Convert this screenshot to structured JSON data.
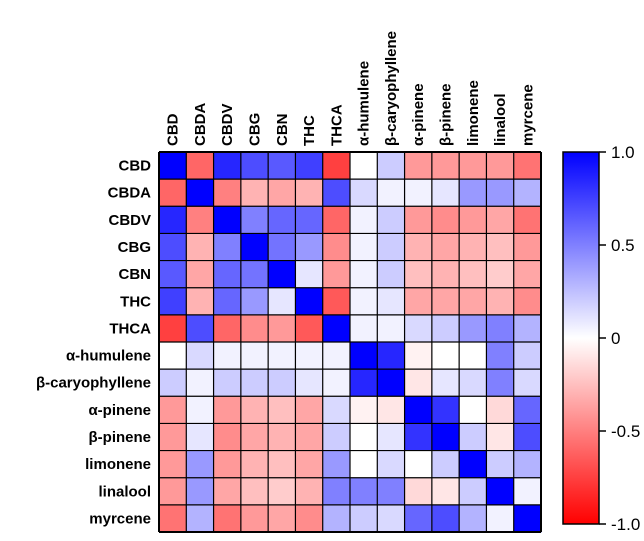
{
  "chart_data": {
    "type": "heatmap",
    "title": "",
    "xlabel": "",
    "ylabel": "",
    "variables": [
      "CBD",
      "CBDA",
      "CBDV",
      "CBG",
      "CBN",
      "THC",
      "THCA",
      "α-humulene",
      "β-caryophyllene",
      "α-pinene",
      "β-pinene",
      "limonene",
      "linalool",
      "myrcene"
    ],
    "colorbar": {
      "min": -1.0,
      "max": 1.0,
      "ticks": [
        1.0,
        0.5,
        0,
        -0.5,
        -1.0
      ],
      "tick_labels": [
        "1.0",
        "0.5",
        "0",
        "-0.5",
        "-1.0"
      ],
      "low_color": "#ff0000",
      "mid_color": "#ffffff",
      "high_color": "#0000ff"
    },
    "matrix": [
      [
        1.0,
        -0.6,
        0.85,
        0.7,
        0.65,
        0.75,
        -0.75,
        0.0,
        0.2,
        -0.4,
        -0.4,
        -0.4,
        -0.4,
        -0.55
      ],
      [
        -0.6,
        1.0,
        -0.5,
        -0.3,
        -0.35,
        -0.3,
        0.7,
        0.15,
        0.05,
        0.05,
        0.1,
        0.4,
        0.4,
        0.3
      ],
      [
        0.85,
        -0.5,
        1.0,
        0.5,
        0.6,
        0.6,
        -0.6,
        0.05,
        0.2,
        -0.4,
        -0.45,
        -0.4,
        -0.35,
        -0.55
      ],
      [
        0.7,
        -0.3,
        0.5,
        1.0,
        0.55,
        0.4,
        -0.45,
        0.05,
        0.2,
        -0.3,
        -0.35,
        -0.3,
        -0.25,
        -0.4
      ],
      [
        0.65,
        -0.35,
        0.6,
        0.55,
        1.0,
        0.1,
        -0.4,
        0.05,
        0.2,
        -0.25,
        -0.3,
        -0.25,
        -0.2,
        -0.35
      ],
      [
        0.75,
        -0.3,
        0.6,
        0.4,
        0.1,
        1.0,
        -0.65,
        0.05,
        0.1,
        -0.35,
        -0.35,
        -0.35,
        -0.3,
        -0.45
      ],
      [
        -0.75,
        0.7,
        -0.6,
        -0.45,
        -0.4,
        -0.65,
        1.0,
        0.05,
        0.05,
        0.15,
        0.2,
        0.4,
        0.5,
        0.3
      ],
      [
        0.0,
        0.15,
        0.05,
        0.05,
        0.05,
        0.05,
        0.05,
        1.0,
        0.85,
        -0.05,
        0.0,
        0.0,
        0.5,
        0.2
      ],
      [
        0.2,
        0.05,
        0.2,
        0.2,
        0.2,
        0.1,
        0.05,
        0.85,
        1.0,
        -0.1,
        0.1,
        0.15,
        0.5,
        0.15
      ],
      [
        -0.4,
        0.05,
        -0.4,
        -0.3,
        -0.25,
        -0.35,
        0.15,
        -0.05,
        -0.1,
        1.0,
        0.8,
        0.0,
        -0.15,
        0.6
      ],
      [
        -0.4,
        0.1,
        -0.45,
        -0.35,
        -0.3,
        -0.35,
        0.2,
        0.0,
        0.1,
        0.8,
        1.0,
        0.2,
        -0.1,
        0.7
      ],
      [
        -0.4,
        0.4,
        -0.4,
        -0.3,
        -0.25,
        -0.35,
        0.4,
        0.0,
        0.15,
        0.0,
        0.2,
        1.0,
        0.2,
        0.3
      ],
      [
        -0.4,
        0.4,
        -0.35,
        -0.25,
        -0.2,
        -0.3,
        0.5,
        0.5,
        0.5,
        -0.15,
        -0.1,
        0.2,
        1.0,
        0.05
      ],
      [
        -0.55,
        0.3,
        -0.55,
        -0.4,
        -0.35,
        -0.45,
        0.3,
        0.2,
        0.15,
        0.6,
        0.7,
        0.3,
        0.05,
        1.0
      ]
    ]
  }
}
